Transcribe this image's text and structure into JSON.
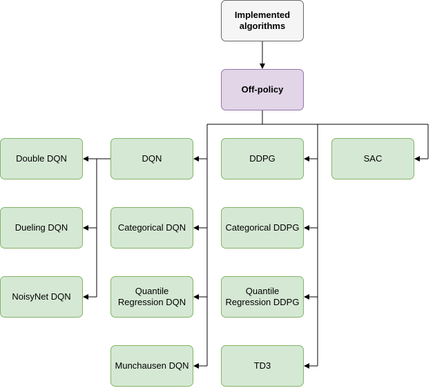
{
  "diagram": {
    "root": {
      "label": "Implemented\nalgorithms"
    },
    "category": {
      "label": "Off-policy"
    },
    "dqn_family": {
      "dqn": "DQN",
      "double_dqn": "Double DQN",
      "dueling_dqn": "Dueling DQN",
      "noisynet_dqn": "NoisyNet DQN",
      "categorical_dqn": "Categorical DQN",
      "quantile_regression_dqn": "Quantile\nRegression DQN",
      "munchausen_dqn": "Munchausen DQN"
    },
    "ddpg_family": {
      "ddpg": "DDPG",
      "categorical_ddpg": "Categorical DDPG",
      "quantile_regression_ddpg": "Quantile\nRegression DDPG",
      "td3": "TD3"
    },
    "sac": "SAC"
  },
  "colors": {
    "root_fill": "#f5f5f5",
    "root_stroke": "#666666",
    "category_fill": "#e1d5e7",
    "category_stroke": "#9673a6",
    "algorithm_fill": "#d5e8d4",
    "algorithm_stroke": "#82b366",
    "connector": "#000000"
  }
}
